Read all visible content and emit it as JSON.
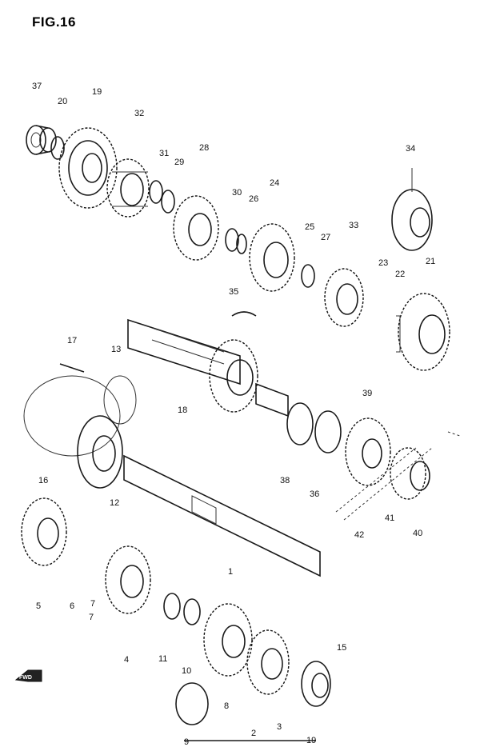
{
  "figure": {
    "title": "FIG.16"
  },
  "callouts": [
    {
      "id": "37",
      "text": "37"
    },
    {
      "id": "20",
      "text": "20"
    },
    {
      "id": "19a",
      "text": "19"
    },
    {
      "id": "32",
      "text": "32"
    },
    {
      "id": "31",
      "text": "31"
    },
    {
      "id": "28",
      "text": "28"
    },
    {
      "id": "29",
      "text": "29"
    },
    {
      "id": "30",
      "text": "30"
    },
    {
      "id": "26",
      "text": "26"
    },
    {
      "id": "24",
      "text": "24"
    },
    {
      "id": "34",
      "text": "34"
    },
    {
      "id": "25",
      "text": "25"
    },
    {
      "id": "27",
      "text": "27"
    },
    {
      "id": "33",
      "text": "33"
    },
    {
      "id": "23",
      "text": "23"
    },
    {
      "id": "21",
      "text": "21"
    },
    {
      "id": "22",
      "text": "22"
    },
    {
      "id": "35",
      "text": "35"
    },
    {
      "id": "17",
      "text": "17"
    },
    {
      "id": "13",
      "text": "13"
    },
    {
      "id": "18",
      "text": "18"
    },
    {
      "id": "39",
      "text": "39"
    },
    {
      "id": "16",
      "text": "16"
    },
    {
      "id": "38",
      "text": "38"
    },
    {
      "id": "36",
      "text": "36"
    },
    {
      "id": "12",
      "text": "12"
    },
    {
      "id": "41",
      "text": "41"
    },
    {
      "id": "42",
      "text": "42"
    },
    {
      "id": "40",
      "text": "40"
    },
    {
      "id": "1",
      "text": "1"
    },
    {
      "id": "5",
      "text": "5"
    },
    {
      "id": "6",
      "text": "6"
    },
    {
      "id": "7a",
      "text": "7"
    },
    {
      "id": "7b",
      "text": "7"
    },
    {
      "id": "4",
      "text": "4"
    },
    {
      "id": "11",
      "text": "11"
    },
    {
      "id": "10",
      "text": "10"
    },
    {
      "id": "15",
      "text": "15"
    },
    {
      "id": "8",
      "text": "8"
    },
    {
      "id": "3",
      "text": "3"
    },
    {
      "id": "9",
      "text": "9"
    },
    {
      "id": "2",
      "text": "2"
    },
    {
      "id": "19b",
      "text": "19"
    }
  ],
  "fwd_marker": {
    "text": "FWD"
  }
}
